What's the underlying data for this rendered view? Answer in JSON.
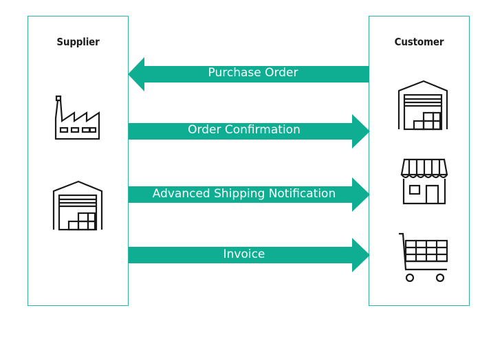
{
  "supplier": {
    "title": "Supplier",
    "icons": [
      "factory-icon",
      "warehouse-icon"
    ]
  },
  "customer": {
    "title": "Customer",
    "icons": [
      "warehouse-icon",
      "store-icon",
      "shopping-cart-icon"
    ]
  },
  "flows": [
    {
      "label": "Purchase Order",
      "direction": "to-supplier"
    },
    {
      "label": "Order Confirmation",
      "direction": "to-customer"
    },
    {
      "label": "Advanced Shipping Notification",
      "direction": "to-customer"
    },
    {
      "label": "Invoice",
      "direction": "to-customer"
    }
  ],
  "colors": {
    "arrow": "#0fae93",
    "border": "#2bb4a6",
    "icon": "#1a1a1a",
    "title": "#1c1c1c"
  }
}
